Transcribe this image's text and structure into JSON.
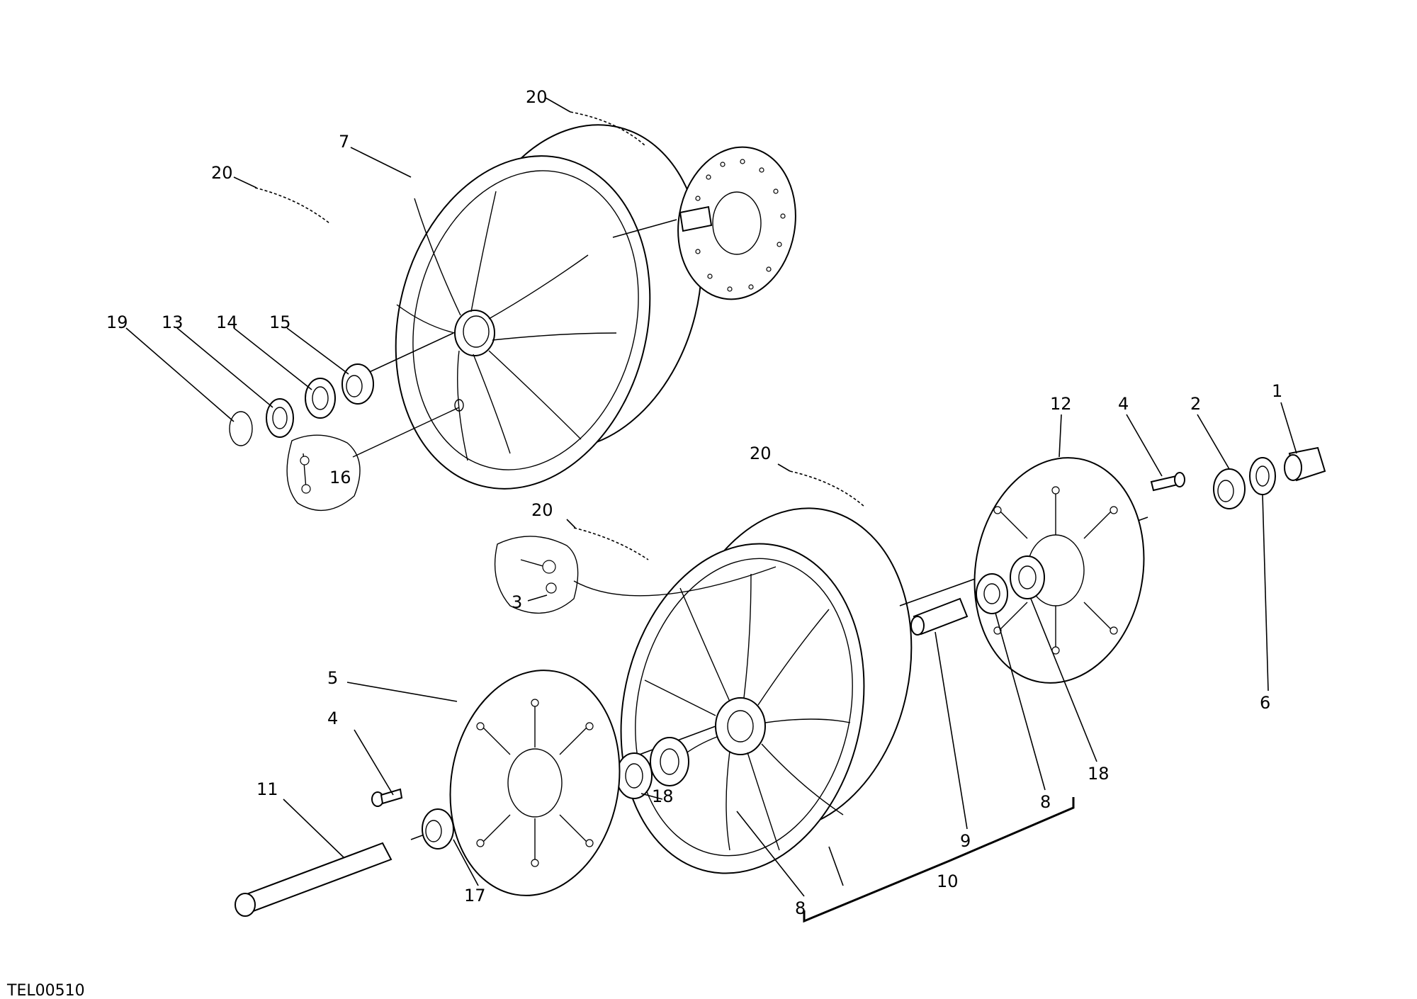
{
  "drawing_code": "TEL00510",
  "callouts": [
    {
      "id": "c20a",
      "text": "20"
    },
    {
      "id": "c7",
      "text": "7"
    },
    {
      "id": "c20b",
      "text": "20"
    },
    {
      "id": "c19",
      "text": "19"
    },
    {
      "id": "c13",
      "text": "13"
    },
    {
      "id": "c14",
      "text": "14"
    },
    {
      "id": "c15",
      "text": "15"
    },
    {
      "id": "c16",
      "text": "16"
    },
    {
      "id": "c20c",
      "text": "20"
    },
    {
      "id": "c20d",
      "text": "20"
    },
    {
      "id": "c3",
      "text": "3"
    },
    {
      "id": "c12",
      "text": "12"
    },
    {
      "id": "c4a",
      "text": "4"
    },
    {
      "id": "c2",
      "text": "2"
    },
    {
      "id": "c1",
      "text": "1"
    },
    {
      "id": "c6",
      "text": "6"
    },
    {
      "id": "c18a",
      "text": "18"
    },
    {
      "id": "c8a",
      "text": "8"
    },
    {
      "id": "c9",
      "text": "9"
    },
    {
      "id": "c10",
      "text": "10"
    },
    {
      "id": "c8b",
      "text": "8"
    },
    {
      "id": "c5",
      "text": "5"
    },
    {
      "id": "c4b",
      "text": "4"
    },
    {
      "id": "c11",
      "text": "11"
    },
    {
      "id": "c18b",
      "text": "18"
    },
    {
      "id": "c17",
      "text": "17"
    }
  ]
}
